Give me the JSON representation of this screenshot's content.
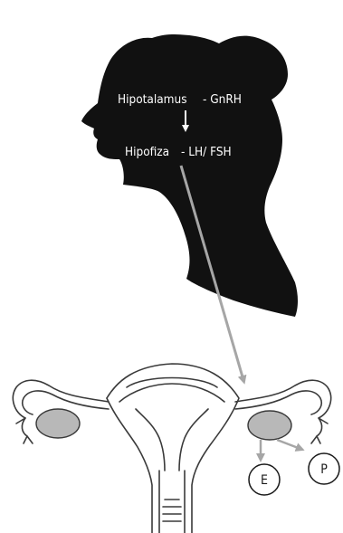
{
  "labels": {
    "hypothalamus": "Hipotalamus",
    "hypothalamus_hormone": "- GnRH",
    "pituitary": "Hipofiza",
    "pituitary_hormone": "- LH/ FSH",
    "estrogen": "E",
    "progesterone": "P"
  },
  "colors": {
    "silhouette": "#111111",
    "arrow_gray": "#a6a6a6",
    "ovary_fill": "#b8b8b8",
    "outline": "#3a3a3a"
  }
}
